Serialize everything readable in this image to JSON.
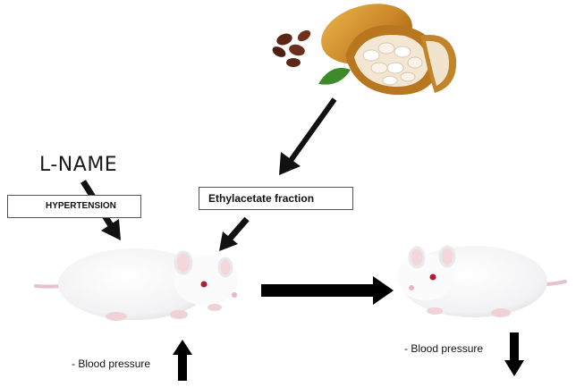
{
  "labels": {
    "inducer": "L-NAME",
    "condition": "HYPERTENSION",
    "treatment": "Ethylacetate fraction",
    "bp_before": "- Blood pressure",
    "bp_after": "- Blood pressure"
  },
  "icons": {
    "source": "cocoa-pod-icon",
    "subject_before": "rat-icon",
    "subject_after": "rat-icon",
    "bp_up": "arrow-up-icon",
    "bp_down": "arrow-down-icon"
  }
}
